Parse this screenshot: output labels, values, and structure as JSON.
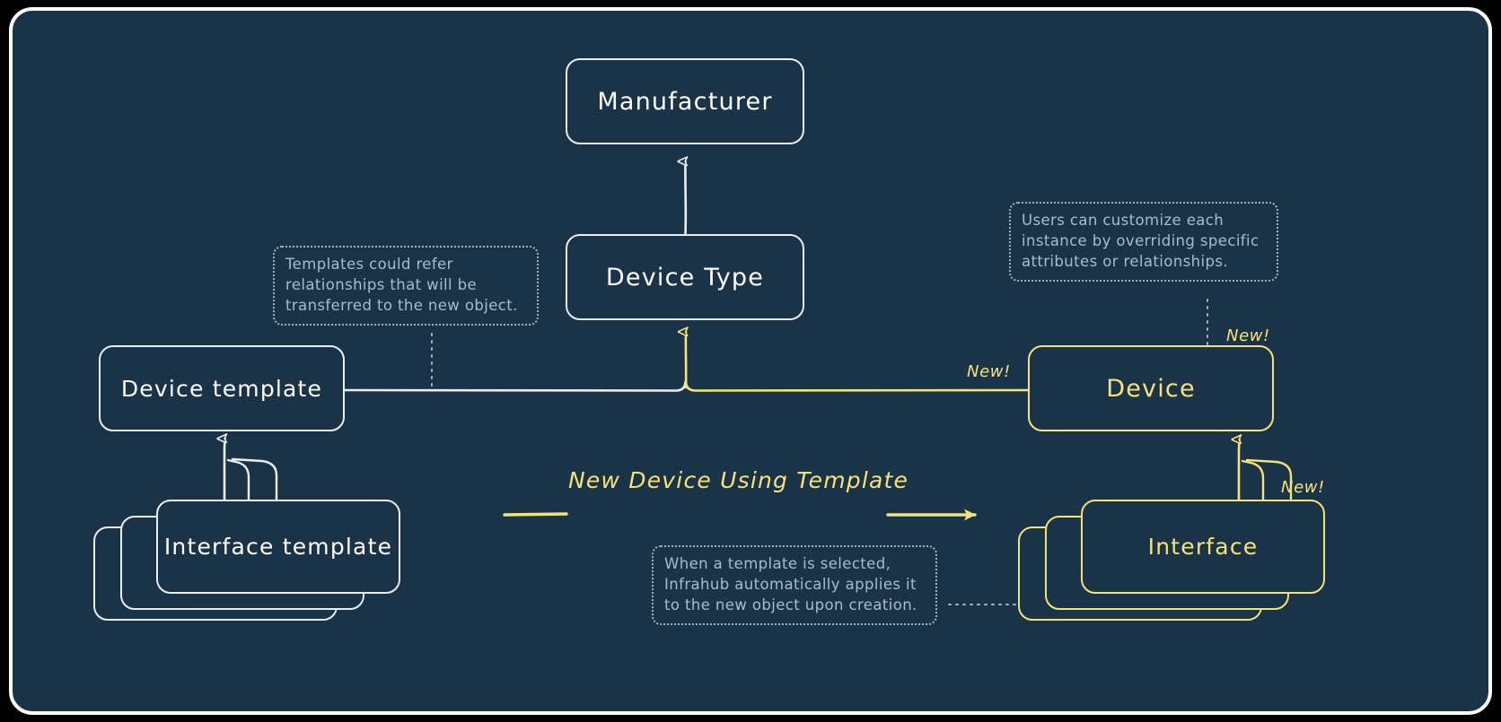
{
  "diagram": {
    "title_hidden": "",
    "background_color": "#1b3347",
    "accent_new_color": "#f6e27a",
    "base_color": "#ffffff",
    "annotation_color": "#a9bccb"
  },
  "nodes": {
    "manufacturer": {
      "label": "Manufacturer",
      "style": "white"
    },
    "device_type": {
      "label": "Device Type",
      "style": "white"
    },
    "device_template": {
      "label": "Device template",
      "style": "white"
    },
    "interface_template": {
      "label": "Interface template",
      "style": "white"
    },
    "device": {
      "label": "Device",
      "style": "yellow"
    },
    "interface": {
      "label": "Interface",
      "style": "yellow"
    }
  },
  "badges": {
    "device_top": "New!",
    "device_link": "New!",
    "interface_top": "New!"
  },
  "flow": {
    "label": "New Device Using Template"
  },
  "annotations": {
    "templates_refer": "Templates could refer\nrelationships that will be\ntransferred to the new object.",
    "users_customize": "Users can customize each\ninstance by overriding specific\nattributes or relationships.",
    "template_selected": "When a template is selected,\nInfrahub automatically applies it\nto the new object upon creation."
  }
}
